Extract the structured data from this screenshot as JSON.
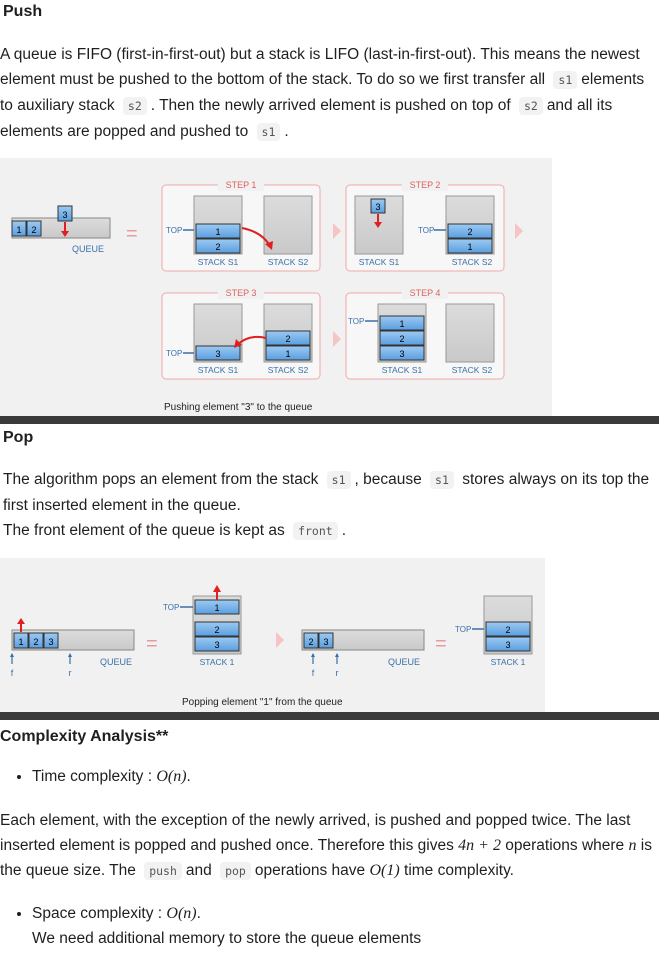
{
  "push": {
    "title": "Push",
    "p1": "A queue is FIFO (first-in-first-out) but a stack is LIFO (last-in-first-out). This means the newest element must be pushed to the bottom of the stack. To do so we first transfer all",
    "p2": "elements to auxiliary stack",
    "p3": ". Then the newly arrived element is pushed on top of",
    "p4": "and all its elements are popped and pushed to",
    "p5": ".",
    "code_s1": "s1",
    "code_s2": "s2",
    "fig": {
      "queue": "QUEUE",
      "top": "TOP",
      "step1": "STEP 1",
      "step2": "STEP 2",
      "step3": "STEP 3",
      "step4": "STEP 4",
      "stack_s1": "STACK S1",
      "stack_s2": "STACK S2",
      "caption": "Pushing element \"3\" to the queue",
      "n1": "1",
      "n2": "2",
      "n3": "3"
    }
  },
  "pop": {
    "title": "Pop",
    "p1": "The algorithm pops an element from the stack",
    "p2": ", because",
    "p3": "stores always on its top the first inserted element in the queue.",
    "p4": "The front element of the queue is kept as",
    "p5": ".",
    "code_s1": "s1",
    "code_front": "front",
    "fig": {
      "queue": "QUEUE",
      "top": "TOP",
      "stack1": "STACK 1",
      "f": "f",
      "r": "r",
      "caption": "Popping element \"1\" from the queue",
      "n1": "1",
      "n2": "2",
      "n3": "3"
    }
  },
  "complexity": {
    "title": "Complexity Analysis**",
    "time_label": "Time complexity :",
    "time_val": "O(n)",
    "para1": "Each element, with the exception of the newly arrived, is pushed and popped twice. The last inserted element is popped and pushed once. Therefore this gives",
    "formula": "4n + 2",
    "para2": "operations where",
    "n": "n",
    "para3": "is the queue size. The",
    "code_push": "push",
    "and": "and",
    "code_pop": "pop",
    "para4": "operations have",
    "o1": "O(1)",
    "para5": "time complexity.",
    "space_label": "Space complexity :",
    "space_val": "O(n)",
    "space_desc": "We need additional memory to store the queue elements"
  }
}
